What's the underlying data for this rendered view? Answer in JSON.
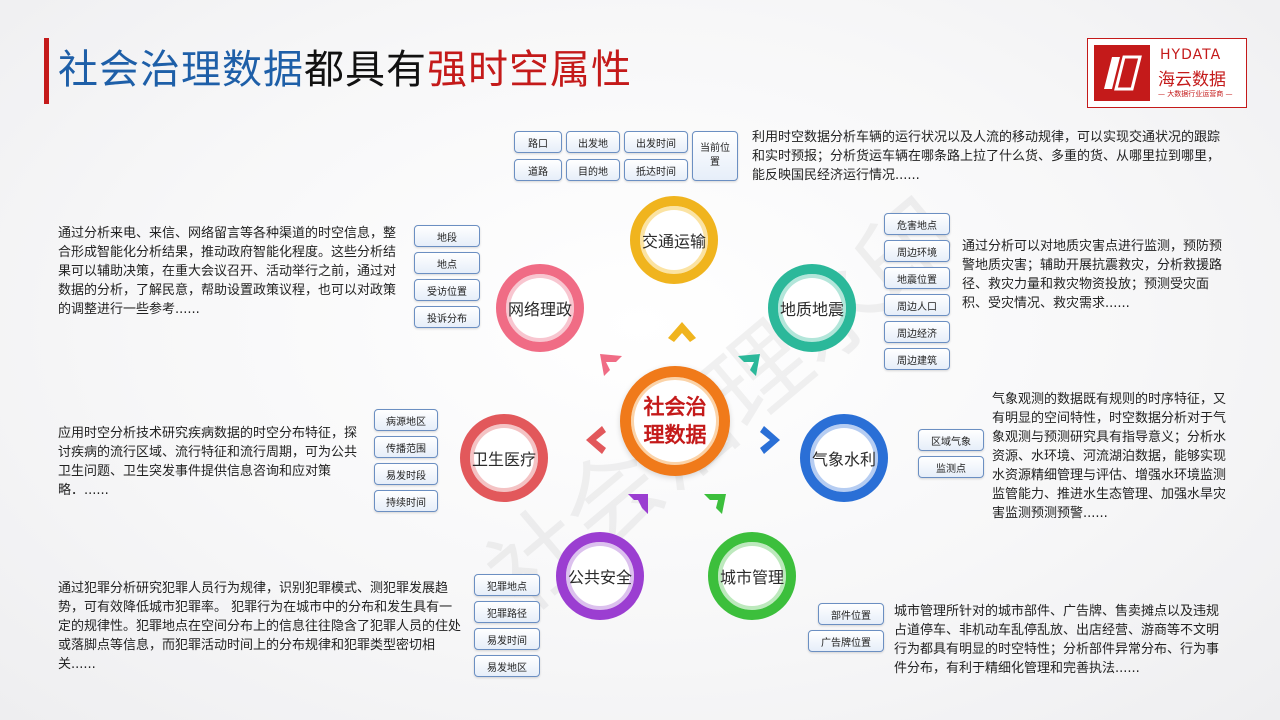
{
  "title": {
    "part1": "社会治理数据",
    "part2": "都具有",
    "part3": "强时空属性"
  },
  "logo": {
    "en": "HYDATA",
    "cn": "海云数据",
    "sub": "— 大数据行业运营商 —"
  },
  "watermark": "社会治理水印",
  "center": {
    "line1": "社会治",
    "line2": "理数据"
  },
  "nodes": {
    "traffic": {
      "label": "交通运输",
      "color": "#f0b41e"
    },
    "geo": {
      "label": "地质地震",
      "color": "#2bb89a"
    },
    "weather": {
      "label": "气象水利",
      "color": "#2a6fd6"
    },
    "city": {
      "label": "城市管理",
      "color": "#3cbf3c"
    },
    "security": {
      "label": "公共安全",
      "color": "#9b3ed1"
    },
    "health": {
      "label": "卫生医疗",
      "color": "#e2585b"
    },
    "gov": {
      "label": "网络理政",
      "color": "#f06c85"
    }
  },
  "tags": {
    "traffic": [
      "路口",
      "出发地",
      "出发时间",
      "当前位置",
      "道路",
      "目的地",
      "抵达时间"
    ],
    "geo": [
      "危害地点",
      "周边环境",
      "地震位置",
      "周边人口",
      "周边经济",
      "周边建筑"
    ],
    "weather": [
      "区域气象",
      "监测点"
    ],
    "city": [
      "部件位置",
      "广告牌位置"
    ],
    "security": [
      "犯罪地点",
      "犯罪路径",
      "易发时间",
      "易发地区"
    ],
    "health": [
      "病源地区",
      "传播范围",
      "易发时段",
      "持续时间"
    ],
    "gov": [
      "地段",
      "地点",
      "受访位置",
      "投诉分布"
    ]
  },
  "descriptions": {
    "traffic": "利用时空数据分析车辆的运行状况以及人流的移动规律，可以实现交通状况的跟踪和实时预报；分析货运车辆在哪条路上拉了什么货、多重的货、从哪里拉到哪里，能反映国民经济运行情况......",
    "geo": "通过分析可以对地质灾害点进行监测，预防预警地质灾害；辅助开展抗震救灾，分析救援路径、救灾力量和救灾物资投放；预测受灾面积、受灾情况、救灾需求......",
    "weather": "气象观测的数据既有规则的时序特征，又有明显的空间特性，时空数据分析对于气象观测与预测研究具有指导意义；分析水资源、水环境、河流湖泊数据，能够实现水资源精细管理与评估、增强水环境监测监管能力、推进水生态管理、加强水旱灾害监测预测预警......",
    "city": "城市管理所针对的城市部件、广告牌、售卖摊点以及违规占道停车、非机动车乱停乱放、出店经营、游商等不文明行为都具有明显的时空特性；分析部件异常分布、行为事件分布，有利于精细化管理和完善执法......",
    "security": "通过犯罪分析研究犯罪人员行为规律，识别犯罪模式、测犯罪发展趋势，可有效降低城市犯罪率。 犯罪行为在城市中的分布和发生具有一定的规律性。犯罪地点在空间分布上的信息往往隐含了犯罪人员的住处或落脚点等信息，而犯罪活动时间上的分布规律和犯罪类型密切相关......",
    "health": "应用时空分析技术研究疾病数据的时空分布特征，探讨疾病的流行区域、流行特征和流行周期，可为公共卫生问题、卫生突发事件提供信息咨询和应对策略．......",
    "gov": "通过分析来电、来信、网络留言等各种渠道的时空信息，整合形成智能化分析结果，推动政府智能化程度。这些分析结果可以辅助决策，在重大会议召开、活动举行之前，通过对数据的分析，了解民意，帮助设置政策议程，也可以对政策的调整进行一些参考......"
  }
}
